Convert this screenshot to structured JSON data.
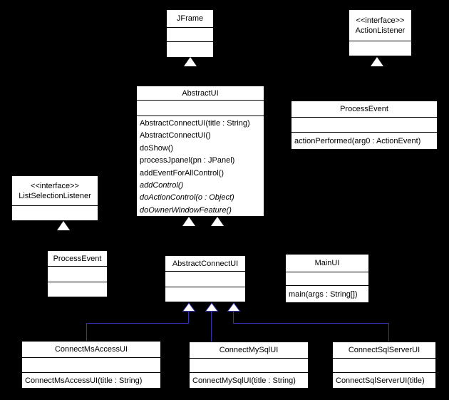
{
  "diagram_type": "uml-class-diagram",
  "colors": {
    "background": "#000000",
    "class_fill": "#ffffff",
    "class_border": "#000000",
    "class_text": "#000000",
    "inheritance_line": "#3333aa"
  },
  "classes": {
    "jframe": {
      "name": "JFrame"
    },
    "action_listener": {
      "stereotype": "<<interface>>",
      "name": "ActionListener"
    },
    "abstract_ui": {
      "name": "AbstractUI",
      "methods": [
        "AbstractConnectUI(title : String)",
        "AbstractConnectUI()",
        "doShow()",
        "processJpanel(pn : JPanel)",
        "addEventForAllControl()",
        "addControl()",
        "doActionControl(o : Object)",
        "doOwnerWindowFeature()"
      ]
    },
    "process_event_action": {
      "name": "ProcessEvent",
      "methods": [
        "actionPerformed(arg0 : ActionEvent)"
      ]
    },
    "list_selection_listener": {
      "stereotype": "<<interface>>",
      "name": "ListSelectionListener"
    },
    "process_event_list": {
      "name": "ProcessEvent"
    },
    "abstract_connect_ui": {
      "name": "AbstractConnectUI"
    },
    "main_ui": {
      "name": "MainUI",
      "methods": [
        "main(args : String[])"
      ]
    },
    "connect_ms_access_ui": {
      "name": "ConnectMsAccessUI",
      "methods": [
        "ConnectMsAccessUI(title : String)"
      ]
    },
    "connect_my_sql_ui": {
      "name": "ConnectMySqlUI",
      "methods": [
        "ConnectMySqlUI(title : String)"
      ]
    },
    "connect_sql_server_ui": {
      "name": "ConnectSqlServerUI",
      "methods": [
        "ConnectSqlServerUI(title)"
      ]
    }
  },
  "relationships": [
    {
      "type": "generalization",
      "parent": "AbstractConnectUI",
      "child": "ConnectMsAccessUI"
    },
    {
      "type": "generalization",
      "parent": "AbstractConnectUI",
      "child": "ConnectMySqlUI"
    },
    {
      "type": "generalization",
      "parent": "AbstractConnectUI",
      "child": "ConnectSqlServerUI"
    },
    {
      "type": "generalization-arrowhead",
      "parent": "JFrame"
    },
    {
      "type": "generalization-arrowhead",
      "parent": "ActionListener"
    },
    {
      "type": "generalization-arrowhead",
      "parent": "AbstractUI"
    },
    {
      "type": "generalization-arrowhead",
      "parent": "AbstractUI"
    },
    {
      "type": "generalization-arrowhead",
      "parent": "ListSelectionListener"
    }
  ]
}
